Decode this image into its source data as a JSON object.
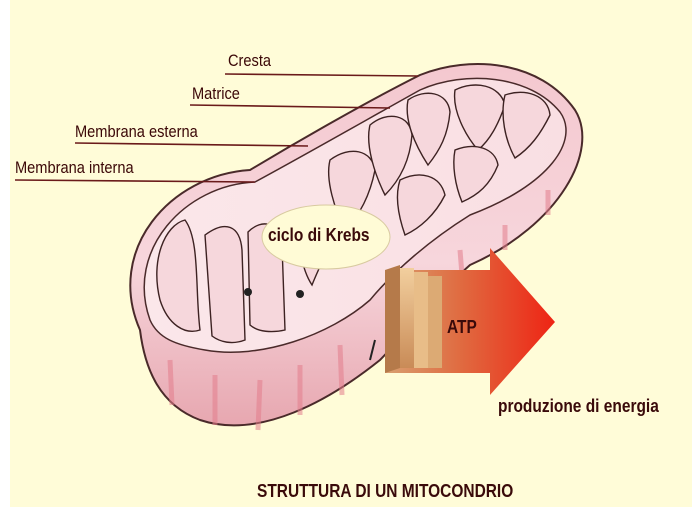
{
  "labels": {
    "cresta": "Cresta",
    "matrice": "Matrice",
    "membrana_esterna": "Membrana esterna",
    "membrana_interna": "Membrana interna"
  },
  "krebs_label": "ciclo di Krebs",
  "atp_label": "ATP",
  "energy_label": "produzione di energia",
  "caption": "STRUTTURA DI UN MITOCONDRIO",
  "colors": {
    "background": "#fffcd8",
    "text": "#3a0606",
    "membrane_pink": "#e9a9b3",
    "arrow_red": "#e8301c",
    "arrow_tan": "#d49a6a"
  }
}
